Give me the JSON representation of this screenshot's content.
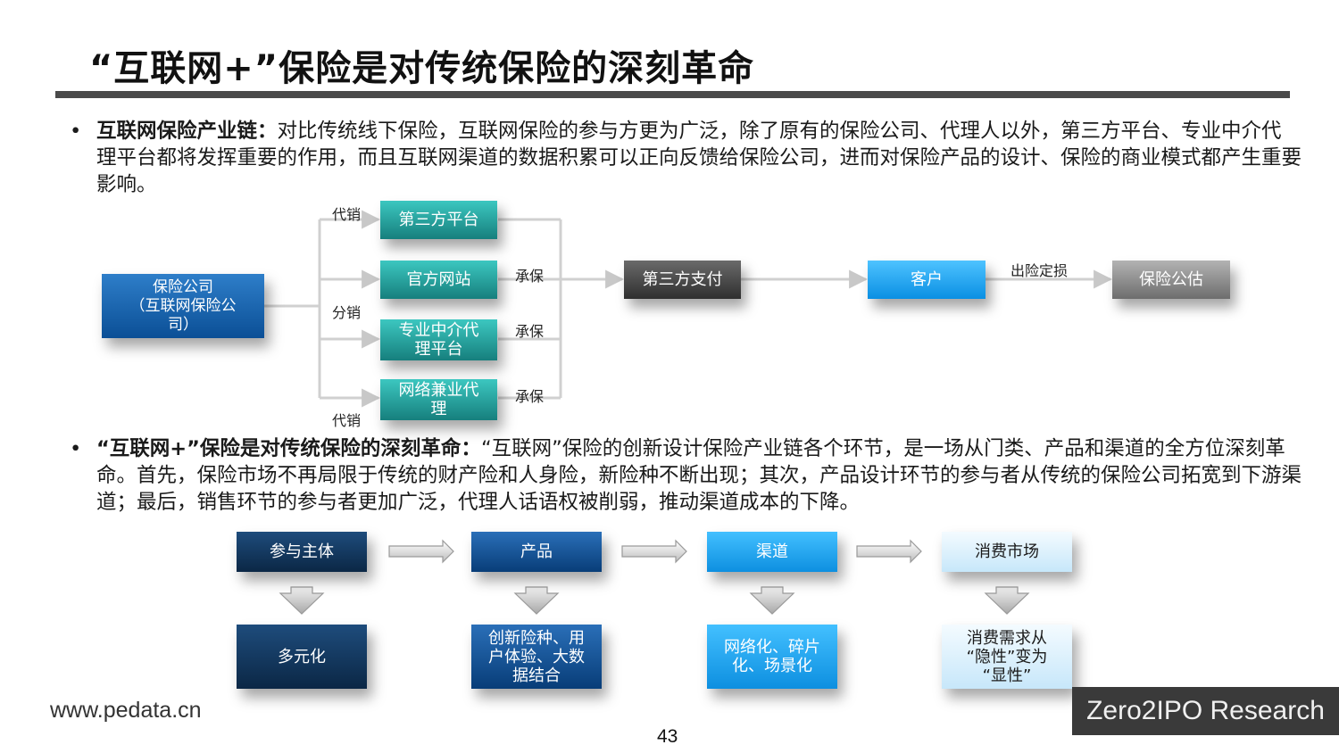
{
  "title": "“互联网+”保险是对传统保险的深刻革命",
  "bullet1": {
    "bold": "互联网保险产业链：",
    "text": "对比传统线下保险，互联网保险的参与方更为广泛，除了原有的保险公司、代理人以外，第三方平台、专业中介代理平台都将发挥重要的作用，而且互联网渠道的数据积累可以正向反馈给保险公司，进而对保险产品的设计、保险的商业模式都产生重要影响。"
  },
  "bullet2": {
    "bold": "“互联网+”保险是对传统保险的深刻革命：",
    "text": "“互联网”保险的创新设计保险产业链各个环节，是一场从门类、产品和渠道的全方位深刻革命。首先，保险市场不再局限于传统的财产险和人身险，新险种不断出现；其次，产品设计环节的参与者从传统的保险公司拓宽到下游渠道；最后，销售环节的参与者更加广泛，代理人话语权被削弱，推动渠道成本的下降。"
  },
  "chain": {
    "insurer": [
      "保险公司",
      "（互联网保险公",
      "司）"
    ],
    "third_party_platform": "第三方平台",
    "official_site": "官方网站",
    "intermediary": [
      "专业中介代",
      "理平台"
    ],
    "network_agent": [
      "网络兼业代",
      "理"
    ],
    "payment": "第三方支付",
    "customer": "客户",
    "assessor": "保险公估",
    "labels": {
      "consign_top": "代销",
      "distribute": "分销",
      "consign_bottom": "代销",
      "underwrite_1": "承保",
      "underwrite_2": "承保",
      "underwrite_3": "承保",
      "claim": "出险定损"
    }
  },
  "revolution": {
    "top": [
      "参与主体",
      "产品",
      "渠道",
      "消费市场"
    ],
    "bottom": [
      [
        "多元化"
      ],
      [
        "创新险种、用",
        "户体验、大数",
        "据结合"
      ],
      [
        "网络化、碎片",
        "化、场景化"
      ],
      [
        "消费需求从",
        "“隐性”变为",
        "“显性”"
      ]
    ]
  },
  "footer": {
    "url": "www.pedata.cn",
    "page": "43",
    "brand": "Zero2IPO Research"
  }
}
